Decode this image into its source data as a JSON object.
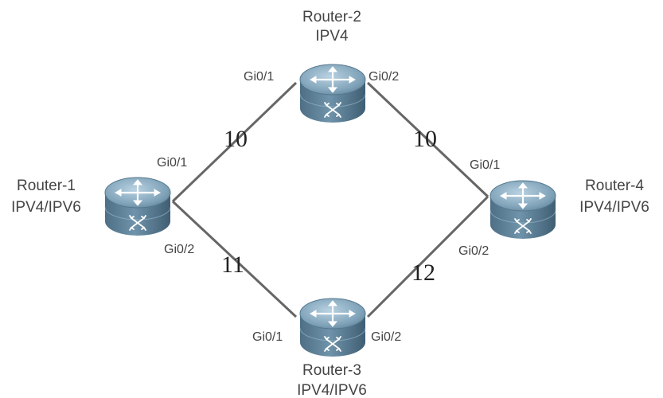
{
  "routers": [
    {
      "id": "r2",
      "name": "Router-2",
      "proto": "IPV4"
    },
    {
      "id": "r1",
      "name": "Router-1",
      "proto": "IPV4/IPV6"
    },
    {
      "id": "r4",
      "name": "Router-4",
      "proto": "IPV4/IPV6"
    },
    {
      "id": "r3",
      "name": "Router-3",
      "proto": "IPV4/IPV6"
    }
  ],
  "interfaces": {
    "r2_left": "Gi0/1",
    "r2_right": "Gi0/2",
    "r1_top": "Gi0/1",
    "r1_bottom": "Gi0/2",
    "r4_top": "Gi0/1",
    "r4_bottom": "Gi0/2",
    "r3_left": "Gi0/1",
    "r3_right": "Gi0/2"
  },
  "link_costs": {
    "r1_r2": "10",
    "r2_r4": "10",
    "r1_r3": "11",
    "r3_r4": "12"
  },
  "colors": {
    "router_body": "#5d7f95",
    "router_top": "#8fb0c5",
    "link": "#666666",
    "text": "#444444"
  },
  "icons": [
    "router-icon"
  ]
}
